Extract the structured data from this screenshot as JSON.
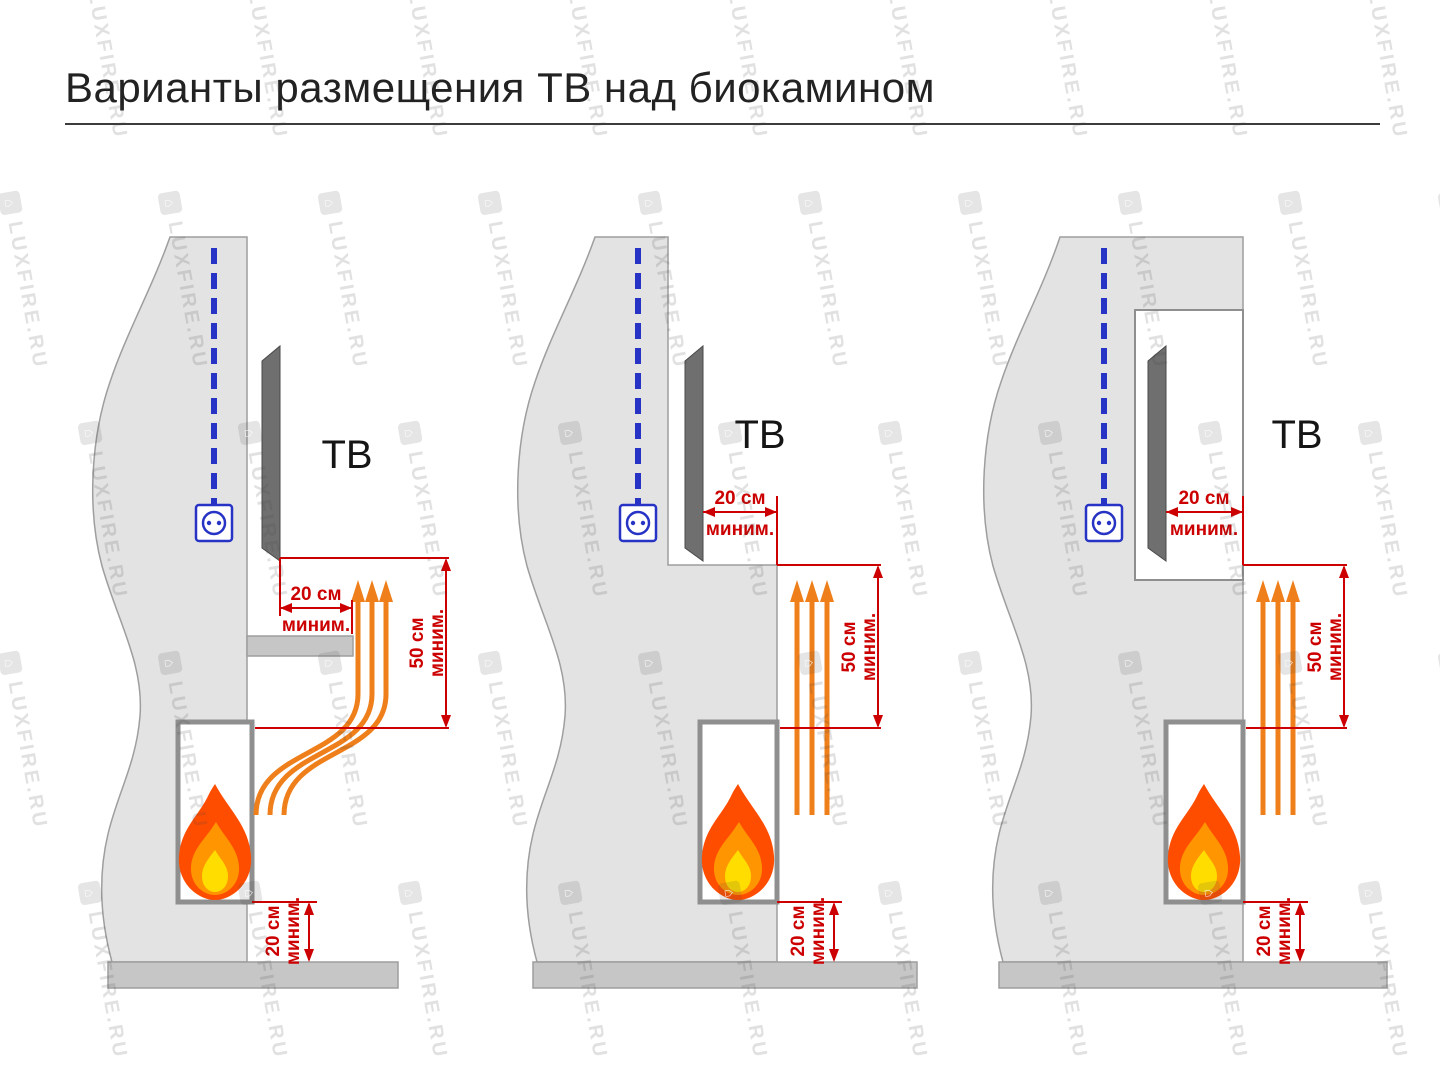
{
  "title": "Варианты размещения ТВ над биокамином",
  "watermark": {
    "text": "LUXFIRE.RU",
    "icon": "⌂"
  },
  "colors": {
    "dimension_red": "#cc0000",
    "heat_orange": "#ef7f1a",
    "cable_blue": "#2633c4",
    "wall_gray": "#e3e3e3",
    "floor_gray": "#c6c6c6",
    "tv_gray": "#6f6f6f"
  },
  "variants": [
    {
      "name": "shelf-between-tv-and-fireplace",
      "tv_label": "ТВ",
      "top_gap": {
        "value": "20 см",
        "qualifier": "миним."
      },
      "side_gap": {
        "value": "50 см",
        "qualifier": "миним."
      },
      "bottom_gap": {
        "value": "20 см",
        "qualifier": "миним."
      }
    },
    {
      "name": "protruding-fireplace-ledge",
      "tv_label": "ТВ",
      "top_gap": {
        "value": "20 см",
        "qualifier": "миним."
      },
      "side_gap": {
        "value": "50 см",
        "qualifier": "миним."
      },
      "bottom_gap": {
        "value": "20 см",
        "qualifier": "миним."
      }
    },
    {
      "name": "tv-recessed-in-niche",
      "tv_label": "ТВ",
      "top_gap": {
        "value": "20 см",
        "qualifier": "миним."
      },
      "side_gap": {
        "value": "50 см",
        "qualifier": "миним."
      },
      "bottom_gap": {
        "value": "20 см",
        "qualifier": "миним."
      }
    }
  ]
}
